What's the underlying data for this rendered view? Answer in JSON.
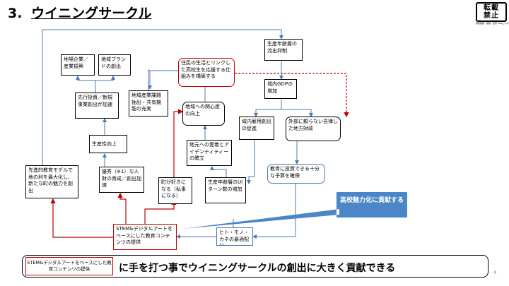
{
  "header": {
    "number": "3.",
    "title": "ウイニングサークル",
    "stamp_text": [
      "転載",
      "禁止"
    ],
    "stamp_sub": "無断転載・複製・転写  Web上へのアップロード禁止"
  },
  "nodes": {
    "chiiki_kigyo": "地場企業／産業振興",
    "chiiki_brand": "地域ブランドの創出",
    "sentou_toushi": "先行投資／新規事業創出が加速",
    "seisansei": "生産性向上",
    "sensinteki": "先進的教育モデルで地の利を最大化し、新たな町の魅力を創出",
    "yuushu": "優秀（※1）な人財の育成／創出加速",
    "chiiki_sangyo": "地域産業課題抽出・共有機能の充実",
    "machi_suki": "町が好きになる（私事になる）",
    "jumin": "住民の生活とリンクした高校生を応援する仕組みを構築する",
    "chiiki_kanshin": "地域への関心度の向上",
    "jimoto_aijou": "地元への愛着とアイデンティティーの確立",
    "seisan_uturn": "生産年齢層のUIターン数の増加",
    "stem": "STEM&デジタルアートをベースにした教育コンテンツの提供",
    "seisan_ryuushutsu": "生産年齢層の流出抑制",
    "gdp": "域内GDPの増加",
    "koyou": "域内雇用創出の促進",
    "gaibu": "外部に頼らない自律した地方財政",
    "kyouiku_yosan": "教育に投資できる十分な予算を確保",
    "hito_mono_kane": "ヒト・モノ・カネの最適配分"
  },
  "callout": "高校魅力化に貢献する",
  "bottom": {
    "chip": "STEM&デジタルアートをベースにした教育コンテンツの提供",
    "message": "に手を打つ事でウイニングサークルの創出に大きく貢献できる"
  },
  "page_number": "4",
  "colors": {
    "red": "#c00000",
    "blue": "#4a78b5",
    "callout": "#4a86c8"
  }
}
